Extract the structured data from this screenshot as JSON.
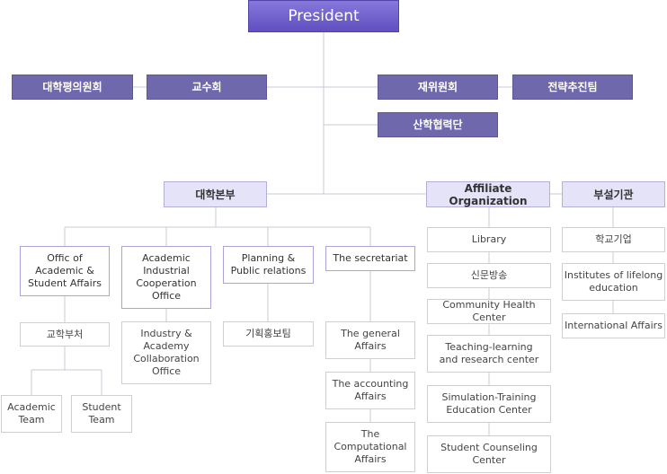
{
  "president": "President",
  "committees": [
    "대학평의원회",
    "교수회",
    "재위원회",
    "전략추진팀"
  ],
  "industry_group": "산학협력단",
  "headquarters": {
    "label": "대학본부",
    "divisions": [
      {
        "label": "Offic of\nAcademic &\nStudent Affairs",
        "children": [
          "교학부처"
        ],
        "teams": [
          "Academic\nTeam",
          "Student\nTeam"
        ]
      },
      {
        "label": "Academic\nIndustrial\nCooperation\nOffice",
        "children": [
          "Industry &\nAcademy\nCollaboration\nOffice"
        ]
      },
      {
        "label": "Planning &\nPublic relations",
        "children": [
          "기획홍보팀"
        ]
      },
      {
        "label": "The secretariat",
        "children": [
          "The general\nAffairs",
          "The accounting\nAffairs",
          "The\nComputational\nAffairs"
        ]
      }
    ]
  },
  "affiliate": {
    "label": "Affiliate Organization",
    "children": [
      "Library",
      "신문방송",
      "Community Health Center",
      "Teaching-learning\nand research center",
      "Simulation-Training\nEducation Center",
      "Student Counseling\nCenter"
    ]
  },
  "attached": {
    "label": "부설기관",
    "children": [
      "학교기업",
      "Institutes of lifelong\neducation",
      "International Affairs"
    ]
  }
}
